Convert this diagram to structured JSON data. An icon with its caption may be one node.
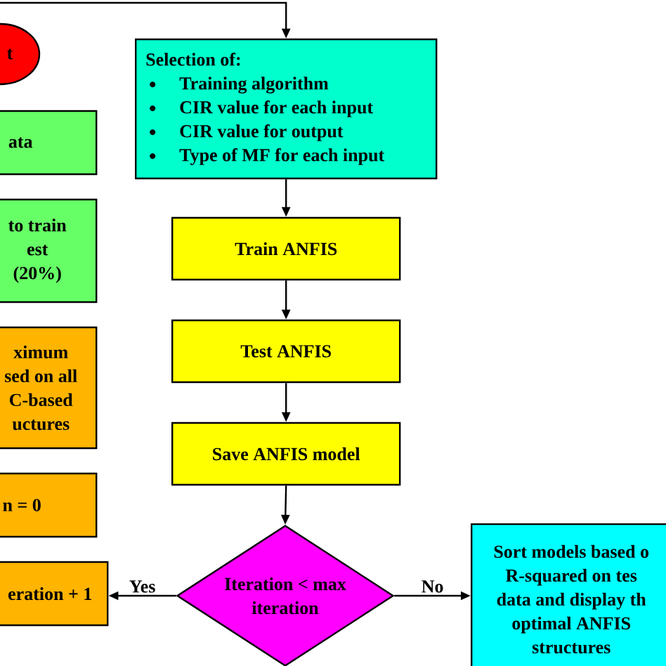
{
  "diagram": {
    "nodes": [
      {
        "text": [
          "t"
        ]
      },
      {
        "text": [
          "ata"
        ]
      },
      {
        "text": [
          "to train est (20%)"
        ]
      },
      {
        "text": [
          "ximum sed on all C-based uctures"
        ]
      },
      {
        "text": [
          "n = 0"
        ]
      },
      {
        "text": [
          "eration + 1"
        ]
      },
      {
        "text": [
          "Selection of:",
          "Training algorithm",
          "CIR value for each input",
          "CIR value for output",
          "Type of MF for each input"
        ]
      },
      {
        "text": [
          "Train ANFIS"
        ]
      },
      {
        "text": [
          "Test ANFIS"
        ]
      },
      {
        "text": [
          "Save ANFIS model"
        ]
      },
      {
        "text": [
          "Iteration < max iteration"
        ]
      },
      {
        "text": [
          "Sort models based o R-squared on tes data and display th optimal ANFIS structures"
        ]
      }
    ],
    "edges": [
      {
        "from": null,
        "to": 6,
        "arrow": "to"
      },
      {
        "from": 6,
        "to": 7,
        "arrow": "to"
      },
      {
        "from": 7,
        "to": 8,
        "arrow": "to"
      },
      {
        "from": 8,
        "to": 9,
        "arrow": "to"
      },
      {
        "from": 9,
        "to": 10,
        "arrow": "to"
      },
      {
        "from": 10,
        "to": 5,
        "arrow": "to",
        "label": "Yes"
      },
      {
        "from": 10,
        "to": 11,
        "arrow": "to",
        "label": "No"
      }
    ]
  }
}
